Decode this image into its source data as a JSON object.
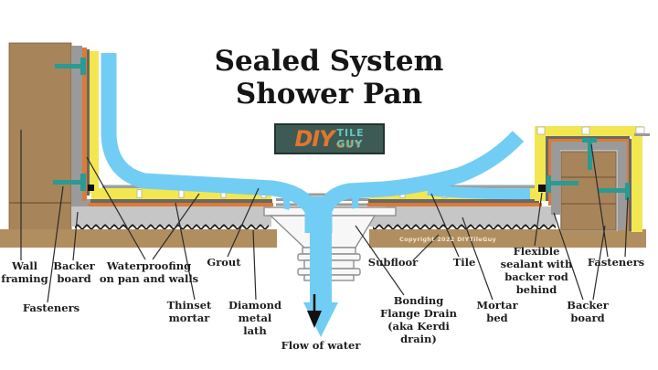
{
  "title": "Sealed System\nShower Pan",
  "logo": {
    "diy": "DIY",
    "tile": "TILE",
    "guy": "GUY"
  },
  "watermark": "Copyright 2022 DIYTileGuy",
  "labels": {
    "wall_framing": "Wall\nframing",
    "backer_board_left": "Backer\nboard",
    "fasteners_left": "Fasteners",
    "waterproofing": "Waterproofing\non pan and walls",
    "grout": "Grout",
    "thinset_mortar": "Thinset\nmortar",
    "diamond_metal_lath": "Diamond\nmetal\nlath",
    "flow_of_water": "Flow of water",
    "subfloor": "Subfloor",
    "bonding_flange_drain": "Bonding\nFlange Drain\n(aka Kerdi\ndrain)",
    "tile": "Tile",
    "mortar_bed": "Mortar\nbed",
    "flexible_sealant": "Flexible\nsealant with\nbacker rod\nbehind",
    "backer_board_right": "Backer\nboard",
    "fasteners_right": "Fasteners"
  },
  "colors": {
    "yellow": "#F2E750",
    "orange": "#DB7B35",
    "water": "#72CDF4",
    "teal": "#2A9A92",
    "framing": "#A8845A",
    "subfloor": "#B18E5F",
    "backer": "#9A9A9A",
    "mortar": "#C6C6C6",
    "medge": "#686868",
    "tile": "#9AA3A3",
    "drain": "#8F8F8F",
    "ink": "#1E1E1E",
    "logobg": "#3D5A54",
    "logoorange": "#E2762E",
    "logoteal": "#62C7BF"
  }
}
